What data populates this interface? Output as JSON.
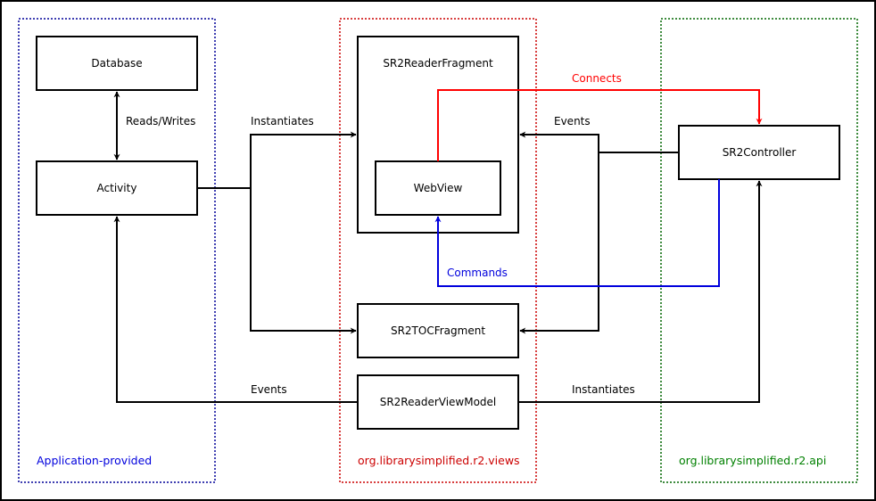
{
  "colors": {
    "black": "#000000",
    "red": "#ff0000",
    "blue": "#0000dd",
    "green": "#008000",
    "navy": "#000099",
    "darkred": "#cc0000",
    "darkgreen": "#006600"
  },
  "groups": {
    "app": "Application-provided",
    "views": "org.librarysimplified.r2.views",
    "api": "org.librarysimplified.r2.api"
  },
  "nodes": {
    "database": "Database",
    "activity": "Activity",
    "reader_fragment": "SR2ReaderFragment",
    "webview": "WebView",
    "toc_fragment": "SR2TOCFragment",
    "view_model": "SR2ReaderViewModel",
    "controller": "SR2Controller"
  },
  "edges": {
    "reads_writes": "Reads/Writes",
    "instantiates_fragment": "Instantiates",
    "connects": "Connects",
    "events_to_fragment": "Events",
    "commands": "Commands",
    "events_to_activity": "Events",
    "instantiates_controller": "Instantiates"
  }
}
